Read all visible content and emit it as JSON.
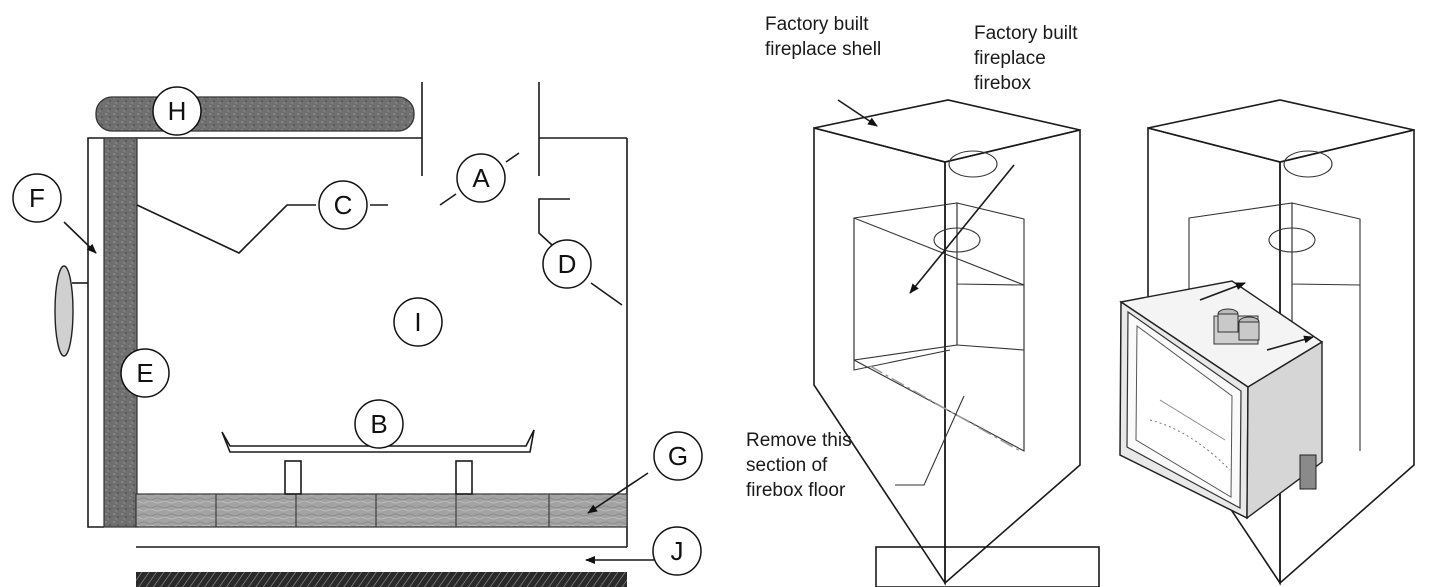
{
  "callouts": {
    "a": "A",
    "b": "B",
    "c": "C",
    "d": "D",
    "e": "E",
    "f": "F",
    "g": "G",
    "h": "H",
    "i": "I",
    "j": "J"
  },
  "labels": {
    "shell_line1": "Factory built",
    "shell_line2": "fireplace shell",
    "firebox_line1": "Factory built",
    "firebox_line2": "fireplace",
    "firebox_line3": "firebox",
    "remove_line1": "Remove this",
    "remove_line2": "section of",
    "remove_line3": "firebox floor"
  },
  "colors": {
    "insulation": "#7a7a7a",
    "hearth_stone": "#a9a9a9",
    "line": "#1a1a1a"
  }
}
